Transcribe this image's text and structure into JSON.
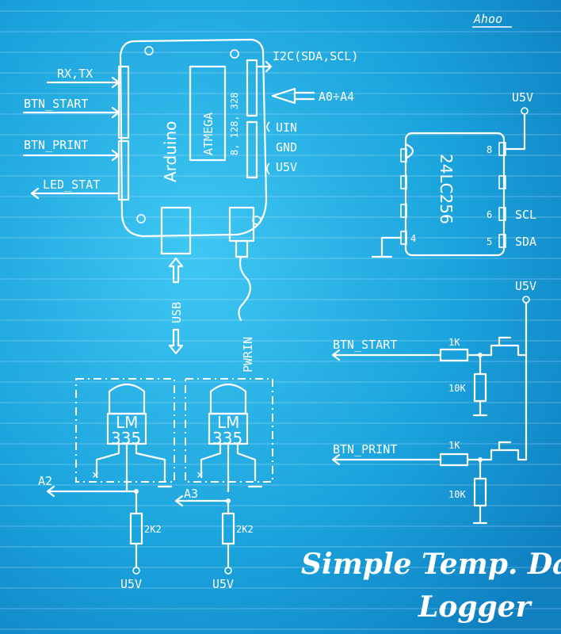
{
  "author": "Ahoo",
  "title": {
    "line1": "Simple Temp. Data",
    "line2": "Logger"
  },
  "arduino": {
    "board_label": "Arduino",
    "mcu_label": "ATMEGA",
    "mcu_variants": "8, 128, 328",
    "left_signals": [
      "RX,TX",
      "BTN_START",
      "BTN_PRINT",
      "LED_STAT"
    ],
    "right_signals": {
      "i2c": "I2C(SDA,SCL)",
      "analog": "A0÷A4",
      "vin": "UIN",
      "gnd": "GND",
      "v5": "U5V"
    },
    "usb_label": "USB",
    "power_label": "PWRIN"
  },
  "eeprom": {
    "part": "24LC256",
    "supply": "U5V",
    "pins": [
      {
        "num": "8",
        "signal": ""
      },
      {
        "num": "6",
        "signal": "SCL"
      },
      {
        "num": "5",
        "signal": "SDA"
      },
      {
        "num": "4",
        "signal": ""
      }
    ]
  },
  "buttons": {
    "supply": "U5V",
    "start": {
      "signal": "BTN_START",
      "series_r": "1K",
      "pulldown_r": "10K"
    },
    "print": {
      "signal": "BTN_PRINT",
      "series_r": "1K",
      "pulldown_r": "10K"
    }
  },
  "sensors": [
    {
      "line1": "LM",
      "line2": "335",
      "output": "A2",
      "resistor": "2K2",
      "supply": "U5V"
    },
    {
      "line1": "LM",
      "line2": "335",
      "output": "A3",
      "resistor": "2K2",
      "supply": "U5V"
    }
  ]
}
